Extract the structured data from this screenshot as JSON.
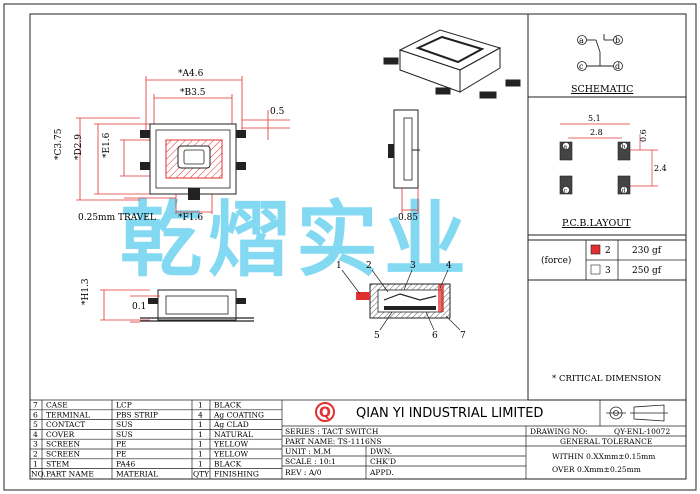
{
  "drawing": {
    "dimensions": {
      "a": "*A4.6",
      "b": "*B3.5",
      "c": "*C3.75",
      "d": "*D2.9",
      "e": "*E1.6",
      "f": "*F1.6",
      "h": "*H1.3",
      "dim_0_5": "0.5",
      "dim_0_1": "0.1",
      "dim_0_85": "0.85",
      "travel": "0.25mm TRAVEL"
    },
    "callouts": [
      "1",
      "2",
      "3",
      "4",
      "5",
      "6",
      "7"
    ],
    "schematic_title": "SCHEMATIC",
    "schematic_pins": [
      "a",
      "b",
      "c",
      "d"
    ],
    "pcb_title": "P.C.B.LAYOUT",
    "pcb_dims": {
      "w": "5.1",
      "inner": "2.8",
      "right": "0.6",
      "h": "2.4"
    },
    "pcb_pins": [
      "a",
      "b",
      "c",
      "d"
    ],
    "watermark": "乾熠实业",
    "critical_note": "* CRITICAL DIMENSION"
  },
  "force_table": {
    "label": "(force)",
    "rows": [
      {
        "color": "#e03030",
        "num": "2",
        "value": "230 gf"
      },
      {
        "color": "#ffffff",
        "num": "3",
        "value": "250 gf"
      }
    ]
  },
  "bom": {
    "headers": {
      "no": "NO.",
      "part": "PART NAME",
      "material": "MATERIAL",
      "qty": "QTY",
      "finishing": "FINISHING"
    },
    "rows": [
      {
        "no": "7",
        "part": "CASE",
        "material": "LCP",
        "qty": "1",
        "finishing": "BLACK"
      },
      {
        "no": "6",
        "part": "TERMINAL",
        "material": "PBS STRIP",
        "qty": "4",
        "finishing": "Ag COATING"
      },
      {
        "no": "5",
        "part": "CONTACT",
        "material": "SUS",
        "qty": "1",
        "finishing": "Ag CLAD"
      },
      {
        "no": "4",
        "part": "COVER",
        "material": "SUS",
        "qty": "1",
        "finishing": "NATURAL"
      },
      {
        "no": "3",
        "part": "SCREEN",
        "material": "PE",
        "qty": "1",
        "finishing": "YELLOW"
      },
      {
        "no": "2",
        "part": "SCREEN",
        "material": "PE",
        "qty": "1",
        "finishing": "YELLOW"
      },
      {
        "no": "1",
        "part": "STEM",
        "material": "PA46",
        "qty": "1",
        "finishing": "BLACK"
      }
    ]
  },
  "title_block": {
    "company": "QIAN YI INDUSTRIAL LIMITED",
    "logo_letter": "Q",
    "series": "SERIES : TACT SWITCH",
    "part_no": "PART NAME: TS-1116NS",
    "unit": "UNIT : M.M",
    "dwn": "DWN.",
    "scale": "SCALE : 10:1",
    "chkd": "CHK'D",
    "rev": "REV : A/0",
    "appd": "APPD.",
    "drawing_no": "DRAWING NO:",
    "drawing_no_value": "QY-ENL-10072",
    "general_tolerance": "GENERAL TOLERANCE",
    "tol1": "WITHIN 0.XXmm±0.15mm",
    "tol2": "OVER   0.Xmm±0.25mm"
  },
  "colors": {
    "accent_red": "#e03030",
    "watermark": "#6fd3f0",
    "line": "#222222"
  }
}
